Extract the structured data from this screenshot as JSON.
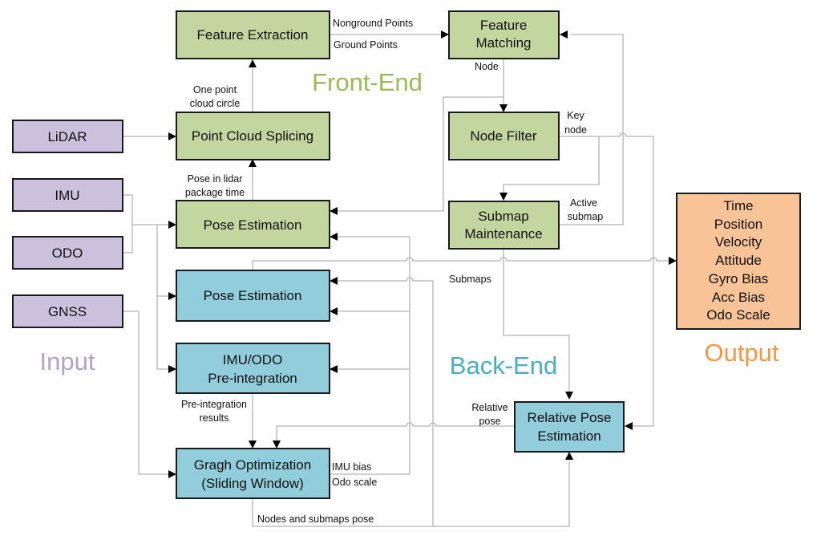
{
  "sections": {
    "front_end": {
      "title": "Front-End",
      "color": "#9bbb59"
    },
    "back_end": {
      "title": "Back-End",
      "color": "#4bacc6"
    },
    "input": {
      "title": "Input",
      "color": "#b3a2c7"
    },
    "output": {
      "title": "Output",
      "color": "#f79646"
    }
  },
  "boxes": {
    "lidar": {
      "label": "LiDAR"
    },
    "imu": {
      "label": "IMU"
    },
    "odo": {
      "label": "ODO"
    },
    "gnss": {
      "label": "GNSS"
    },
    "feature_extraction": {
      "label": "Feature Extraction"
    },
    "feature_matching": {
      "lines": [
        "Feature",
        "Matching"
      ]
    },
    "point_cloud_splicing": {
      "label": "Point Cloud Splicing"
    },
    "node_filter": {
      "label": "Node Filter"
    },
    "pose_estimation_front": {
      "label": "Pose Estimation"
    },
    "submap_maintenance": {
      "lines": [
        "Submap",
        "Maintenance"
      ]
    },
    "pose_estimation_back": {
      "label": "Pose Estimation"
    },
    "preintegration": {
      "lines": [
        "IMU/ODO",
        "Pre-integration"
      ]
    },
    "graph_optimization": {
      "lines": [
        "Gragh Optimization",
        "(Sliding Window)"
      ]
    },
    "relative_pose_estimation": {
      "lines": [
        "Relative Pose",
        "Estimation"
      ]
    },
    "output": {
      "lines": [
        "Time",
        "Position",
        "Velocity",
        "Attitude",
        "Gyro Bias",
        "Acc Bias",
        "Odo Scale"
      ]
    }
  },
  "edge_labels": {
    "nonground_points": "Nonground Points",
    "ground_points": "Ground Points",
    "node": "Node",
    "one_point_cloud_circle": [
      "One point",
      "cloud circle"
    ],
    "pose_in_lidar": [
      "Pose in lidar",
      "package time"
    ],
    "key_node": [
      "Key",
      "node"
    ],
    "active_submap": [
      "Active",
      "submap"
    ],
    "submaps": "Submaps",
    "preintegration_results": [
      "Pre-integration",
      "results"
    ],
    "relative_pose": [
      "Relative",
      "pose"
    ],
    "imu_bias": "IMU bias",
    "odo_scale": "Odo scale",
    "nodes_submaps_pose": "Nodes and submaps pose"
  }
}
